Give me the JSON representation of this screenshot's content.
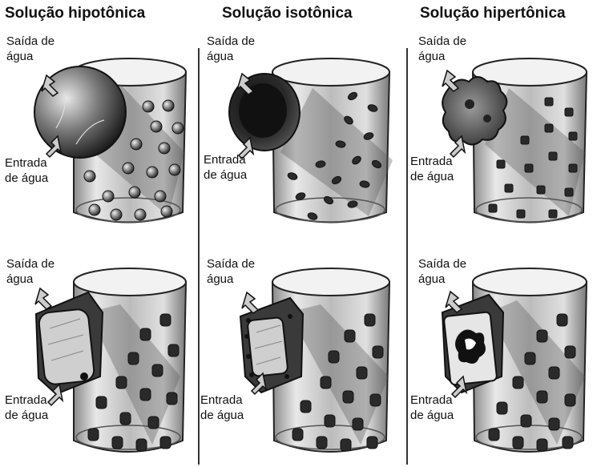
{
  "columns": [
    {
      "title": "Solução hipotônica",
      "cell_type": "animal",
      "state": "swollen"
    },
    {
      "title": "Solução isotônica",
      "cell_type": "animal",
      "state": "normal"
    },
    {
      "title": "Solução hipertônica",
      "cell_type": "animal",
      "state": "shrunken"
    }
  ],
  "plant_row": [
    {
      "cell_type": "plant",
      "state": "turgid"
    },
    {
      "cell_type": "plant",
      "state": "normal"
    },
    {
      "cell_type": "plant",
      "state": "plasmolyzed"
    }
  ],
  "labels": {
    "saida": "Saída de\nágua",
    "entrada": "Entrada\nde água"
  },
  "colors": {
    "ink": "#111111",
    "glass": "#d9d9d9",
    "cell_dark": "#1c1c1c",
    "divider": "#333333"
  }
}
